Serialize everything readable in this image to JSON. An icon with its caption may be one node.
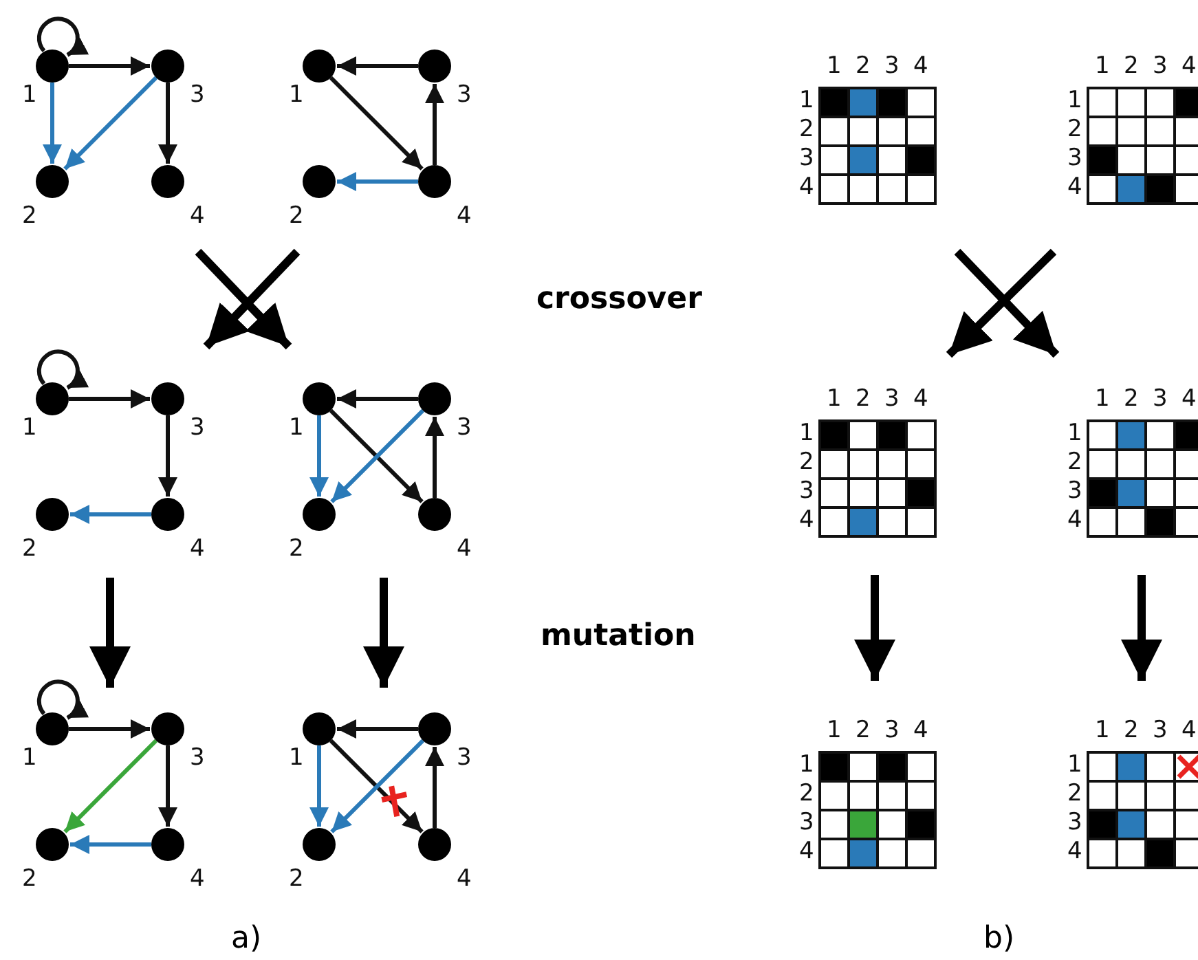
{
  "diagram": {
    "nodes": [
      {
        "text": [],
        "shape": "circle",
        "beside": [
          "1"
        ]
      },
      {
        "text": [],
        "shape": "circle",
        "beside": [
          "3"
        ]
      },
      {
        "text": [],
        "shape": "circle",
        "beside": [
          "2"
        ]
      },
      {
        "text": [],
        "shape": "circle",
        "beside": [
          "4"
        ]
      },
      {
        "text": [],
        "shape": "circle",
        "beside": [
          "1"
        ]
      },
      {
        "text": [],
        "shape": "circle",
        "beside": [
          "3"
        ]
      },
      {
        "text": [],
        "shape": "circle",
        "beside": [
          "2"
        ]
      },
      {
        "text": [],
        "shape": "circle",
        "beside": [
          "4"
        ]
      },
      {
        "text": [],
        "shape": "circle",
        "beside": [
          "1"
        ]
      },
      {
        "text": [],
        "shape": "circle",
        "beside": [
          "3"
        ]
      },
      {
        "text": [],
        "shape": "circle",
        "beside": [
          "2"
        ]
      },
      {
        "text": [],
        "shape": "circle",
        "beside": [
          "4"
        ]
      },
      {
        "text": [],
        "shape": "circle",
        "beside": [
          "1"
        ]
      },
      {
        "text": [],
        "shape": "circle",
        "beside": [
          "3"
        ]
      },
      {
        "text": [],
        "shape": "circle",
        "beside": [
          "2"
        ]
      },
      {
        "text": [],
        "shape": "circle",
        "beside": [
          "4"
        ]
      },
      {
        "text": [],
        "shape": "circle",
        "beside": [
          "1"
        ]
      },
      {
        "text": [],
        "shape": "circle",
        "beside": [
          "3"
        ]
      },
      {
        "text": [],
        "shape": "circle",
        "beside": [
          "2"
        ]
      },
      {
        "text": [],
        "shape": "circle",
        "beside": [
          "4"
        ]
      },
      {
        "text": [],
        "shape": "circle",
        "beside": [
          "1"
        ]
      },
      {
        "text": [],
        "shape": "circle",
        "beside": [
          "3"
        ]
      },
      {
        "text": [],
        "shape": "circle",
        "beside": [
          "2"
        ]
      },
      {
        "text": [],
        "shape": "circle",
        "beside": [
          "4"
        ]
      }
    ],
    "edges": [
      {
        "from": 0,
        "to": 0,
        "arrow": "to"
      },
      {
        "from": 0,
        "to": 1,
        "arrow": "to"
      },
      {
        "from": 0,
        "to": 2,
        "arrow": "to",
        "color": "#2a7ab8"
      },
      {
        "from": 1,
        "to": 2,
        "arrow": "to",
        "color": "#2a7ab8"
      },
      {
        "from": 1,
        "to": 3,
        "arrow": "to"
      },
      {
        "from": 5,
        "to": 4,
        "arrow": "to"
      },
      {
        "from": 4,
        "to": 7,
        "arrow": "to"
      },
      {
        "from": 7,
        "to": 5,
        "arrow": "to"
      },
      {
        "from": 7,
        "to": 6,
        "arrow": "to",
        "color": "#2a7ab8"
      },
      {
        "from": 8,
        "to": 8,
        "arrow": "to"
      },
      {
        "from": 8,
        "to": 9,
        "arrow": "to"
      },
      {
        "from": 9,
        "to": 11,
        "arrow": "to"
      },
      {
        "from": 11,
        "to": 10,
        "arrow": "to",
        "color": "#2a7ab8"
      },
      {
        "from": 13,
        "to": 12,
        "arrow": "to"
      },
      {
        "from": 12,
        "to": 15,
        "arrow": "to"
      },
      {
        "from": 15,
        "to": 13,
        "arrow": "to"
      },
      {
        "from": 12,
        "to": 14,
        "arrow": "to",
        "color": "#2a7ab8"
      },
      {
        "from": 13,
        "to": 14,
        "arrow": "to",
        "color": "#2a7ab8"
      },
      {
        "from": 16,
        "to": 16,
        "arrow": "to"
      },
      {
        "from": 16,
        "to": 17,
        "arrow": "to"
      },
      {
        "from": 17,
        "to": 19,
        "arrow": "to"
      },
      {
        "from": 19,
        "to": 18,
        "arrow": "to",
        "color": "#2a7ab8"
      },
      {
        "from": 17,
        "to": 18,
        "arrow": "to",
        "color": "#3aa63a"
      },
      {
        "from": 21,
        "to": 20,
        "arrow": "to"
      },
      {
        "from": 20,
        "to": 23,
        "arrow": "to"
      },
      {
        "from": 23,
        "to": 21,
        "arrow": "to"
      },
      {
        "from": 20,
        "to": 22,
        "arrow": "to",
        "color": "#2a7ab8"
      },
      {
        "from": 21,
        "to": 22,
        "arrow": "to",
        "color": "#2a7ab8"
      }
    ],
    "labels": [
      "1",
      "2",
      "3",
      "4",
      "1",
      "2",
      "3",
      "4",
      "1",
      "2",
      "3",
      "4",
      "1",
      "2",
      "3",
      "4",
      "crossover",
      "1",
      "2",
      "3",
      "4",
      "1",
      "2",
      "3",
      "4",
      "1",
      "2",
      "3",
      "4",
      "1",
      "2",
      "3",
      "4",
      "mutation",
      "1",
      "2",
      "3",
      "4",
      "1",
      "2",
      "3",
      "4",
      "1",
      "2",
      "3",
      "4",
      "1",
      "2",
      "3",
      "4",
      "a)",
      "b)"
    ]
  }
}
